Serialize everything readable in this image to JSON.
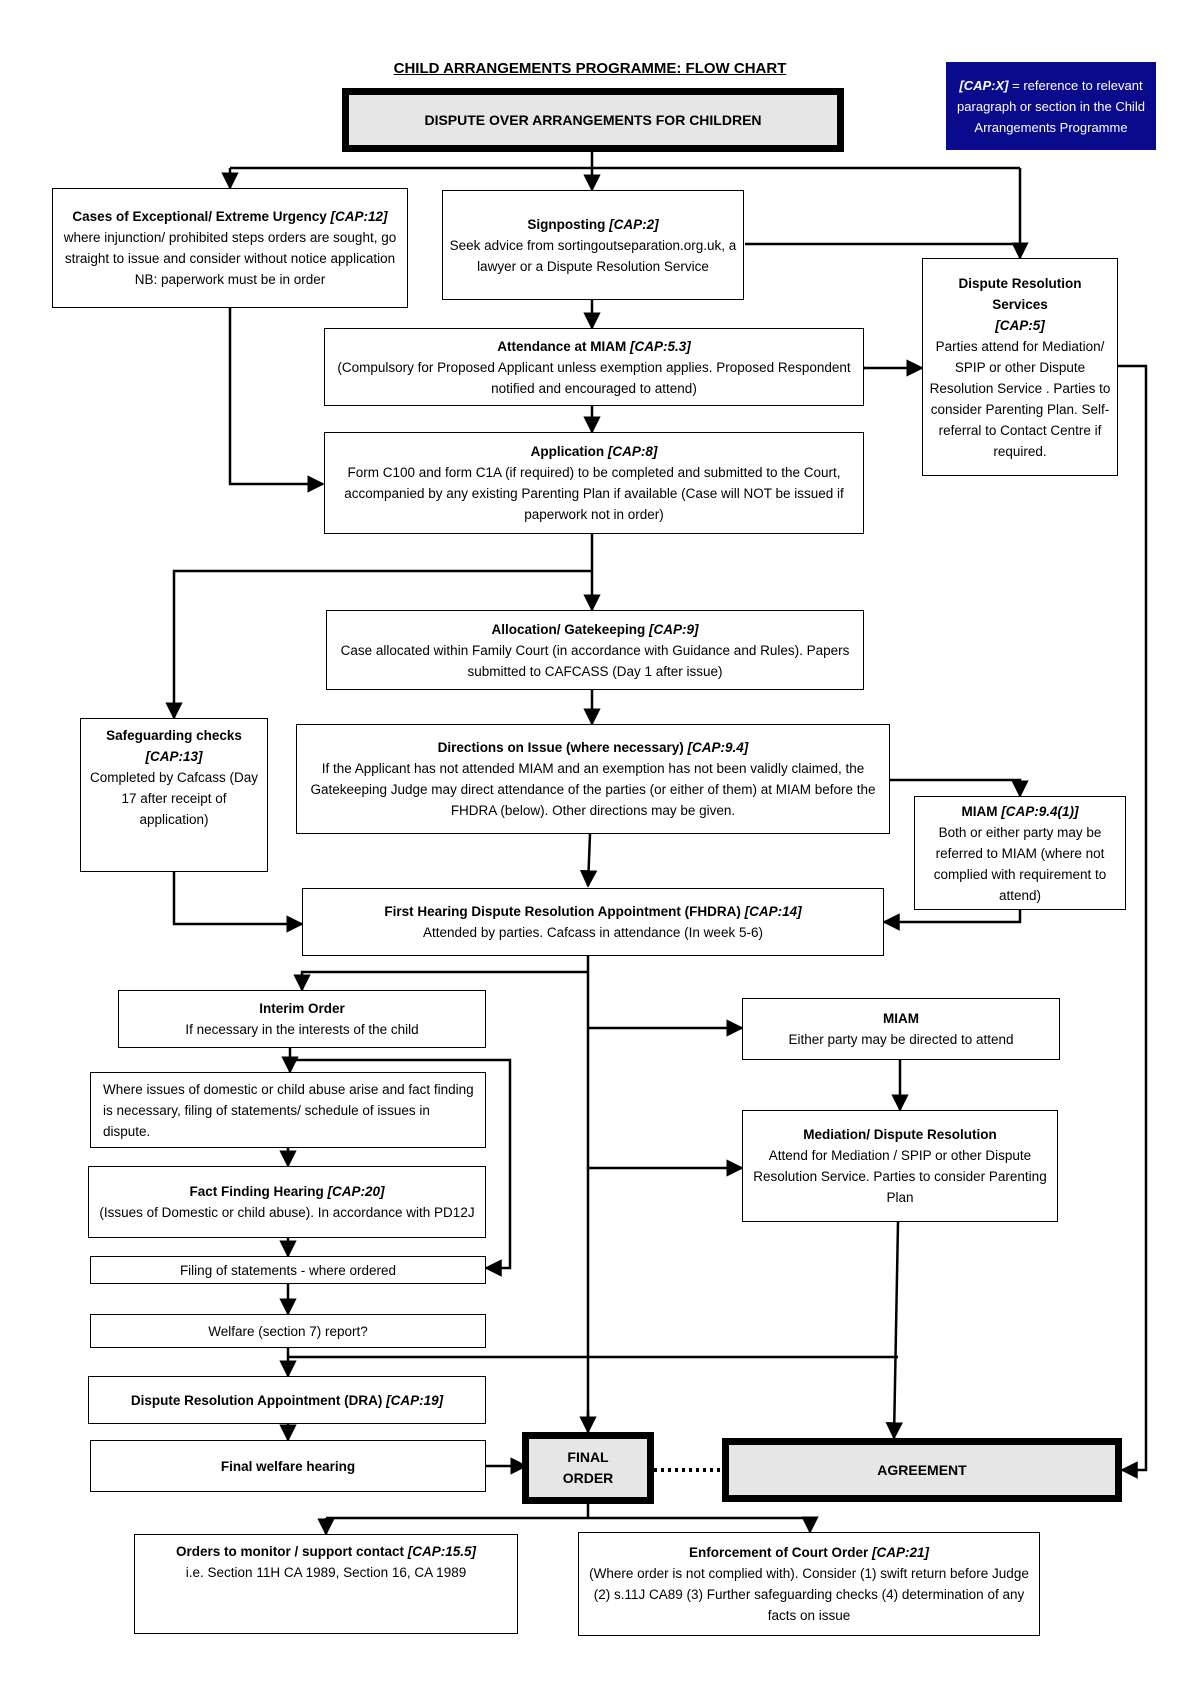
{
  "title": "CHILD ARRANGEMENTS PROGRAMME: FLOW CHART",
  "legend": {
    "ref": "[CAP:X]",
    "text": " = reference to relevant paragraph or section in the Child Arrangements Programme"
  },
  "dispute": "DISPUTE OVER ARRANGEMENTS FOR CHILDREN",
  "urgency": {
    "title": "Cases of Exceptional/ Extreme Urgency",
    "ref": "[CAP:12]",
    "text": "where injunction/ prohibited steps orders are sought, go straight to issue and consider without notice application",
    "note": "NB: paperwork must be in order"
  },
  "signposting": {
    "title": "Signposting",
    "ref": "[CAP:2]",
    "text": "Seek advice from sortingoutseparation.org.uk, a lawyer or a Dispute Resolution Service"
  },
  "drs": {
    "title": "Dispute Resolution Services",
    "ref": "[CAP:5]",
    "text": "Parties attend for Mediation/ SPIP or other Dispute Resolution Service . Parties to consider Parenting Plan. Self-referral to Contact Centre if required."
  },
  "miam": {
    "title": "Attendance at MIAM",
    "ref": "[CAP:5.3]",
    "text": "(Compulsory for Proposed Applicant unless exemption applies. Proposed Respondent notified and encouraged to attend)"
  },
  "application": {
    "title": "Application",
    "ref": "[CAP:8]",
    "text": "Form C100 and form C1A (if required) to be completed and submitted to the Court, accompanied by any existing Parenting Plan if available (Case will NOT be issued if paperwork not in order)"
  },
  "allocation": {
    "title": "Allocation/ Gatekeeping",
    "ref": "[CAP:9]",
    "text": "Case allocated within Family Court (in accordance with Guidance and Rules). Papers submitted to CAFCASS (Day 1 after issue)"
  },
  "safeguarding": {
    "title": "Safeguarding checks",
    "ref": "[CAP:13]",
    "text": "Completed by Cafcass (Day 17 after receipt of application)"
  },
  "directions": {
    "title": "Directions on Issue (where necessary)",
    "ref": "[CAP:9.4]",
    "text": "If the Applicant has not attended MIAM and an exemption has not been validly claimed, the Gatekeeping Judge may direct attendance of the parties (or either of them) at MIAM before the FHDRA (below). Other directions may be given."
  },
  "miam2": {
    "title": "MIAM",
    "ref": "[CAP:9.4(1)]",
    "text": "Both or either party may be referred to MIAM (where not complied with requirement to attend)"
  },
  "fhdra": {
    "title": "First Hearing Dispute Resolution Appointment (FHDRA)",
    "ref": "[CAP:14]",
    "text": "Attended by parties. Cafcass in attendance (In week 5-6)"
  },
  "interim": {
    "title": "Interim Order",
    "text": "If necessary in the interests of the child"
  },
  "domestic": {
    "text": "Where issues of domestic or child abuse arise and fact finding is necessary, filing of statements/ schedule of issues in dispute."
  },
  "factfinding": {
    "title": "Fact Finding Hearing",
    "ref": "[CAP:20]",
    "text": "(Issues of Domestic or child abuse). In accordance with PD12J"
  },
  "filing": {
    "text": "Filing of statements - where ordered"
  },
  "welfare": {
    "text": "Welfare (section 7) report?"
  },
  "dra": {
    "title": "Dispute Resolution Appointment (DRA)",
    "ref": "[CAP:19]"
  },
  "finalwelfare": {
    "text": "Final welfare hearing"
  },
  "miam3": {
    "title": "MIAM",
    "text": "Either party may be directed to attend"
  },
  "mediation": {
    "title": "Mediation/ Dispute Resolution",
    "text": "Attend for Mediation / SPIP or other Dispute Resolution Service. Parties to consider Parenting Plan"
  },
  "finalorder": {
    "text": "FINAL ORDER"
  },
  "agreement": {
    "text": "AGREEMENT"
  },
  "orders": {
    "title": "Orders to monitor / support contact",
    "ref": "[CAP:15.5]",
    "text": "i.e. Section 11H CA 1989, Section 16, CA 1989"
  },
  "enforcement": {
    "title": "Enforcement of Court Order",
    "ref": "[CAP:21]",
    "text": "(Where order is not complied with). Consider (1) swift return before Judge (2) s.11J CA89 (3) Further safeguarding checks (4) determination of any facts on issue"
  }
}
